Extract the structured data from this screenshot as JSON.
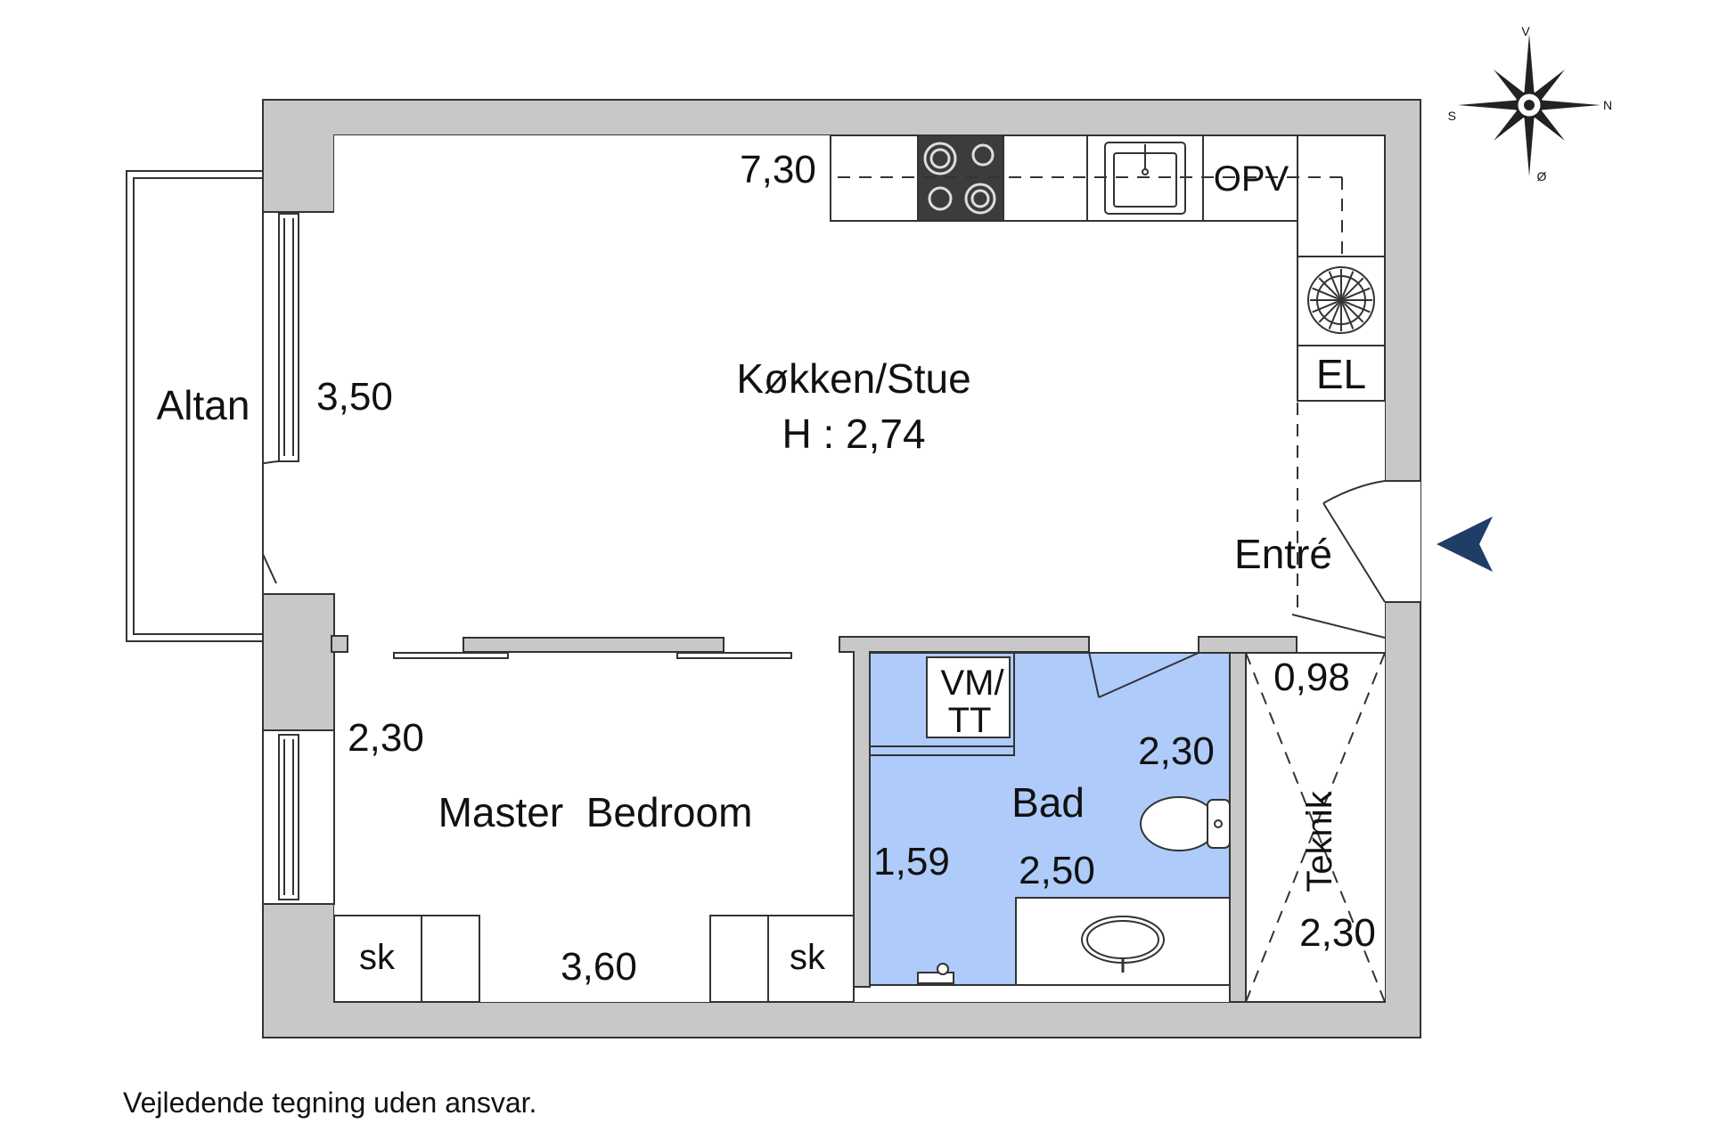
{
  "rooms": {
    "kitchen_living": "Køkken/Stue",
    "ceiling_height": "H : 2,74",
    "balcony": "Altan",
    "master_bedroom": "Master  Bedroom",
    "bathroom": "Bad",
    "entrance": "Entré",
    "technical": "Teknik"
  },
  "fixtures": {
    "ventilation": "OPV",
    "electric": "EL",
    "washer_dryer_line1": "VM/",
    "washer_dryer_line2": "TT",
    "wardrobe_left": "sk",
    "wardrobe_right": "sk"
  },
  "dimensions": {
    "kitchen_length": "7,30",
    "living_width": "3,50",
    "bedroom_depth": "2,30",
    "bedroom_width": "3,60",
    "bath_width": "2,30",
    "bath_depth": "1,59",
    "bath_length": "2,50",
    "tech_width": "0,98",
    "tech_length": "2,30"
  },
  "compass": {
    "north": "N",
    "south": "S",
    "east": "Ø",
    "west": "V"
  },
  "disclaimer": "Vejledende tegning uden ansvar.",
  "colors": {
    "wall": "#c8c8c8",
    "bathroom": "#aecbfa",
    "entry_arrow": "#1f3d66",
    "stove": "#3c3c3c"
  }
}
